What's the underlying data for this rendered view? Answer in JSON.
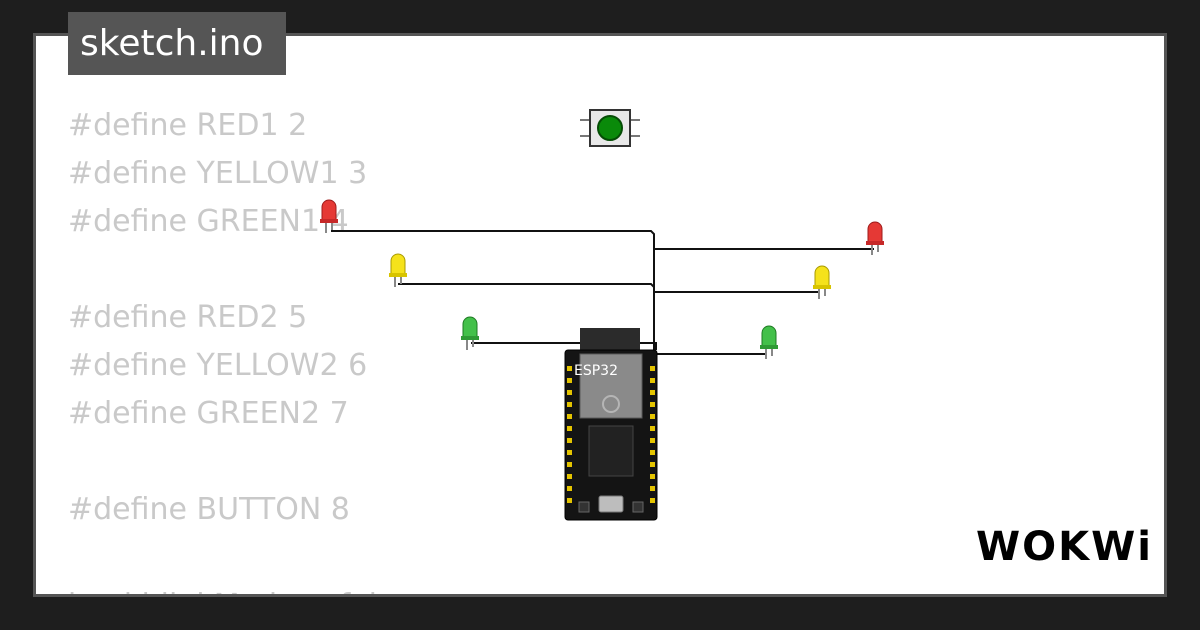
{
  "file_tab": {
    "label": "sketch.ino"
  },
  "code_lines": [
    "#define RED1 2",
    "#define YELLOW1 3",
    "#define GREEN1 4",
    "",
    "#define RED2 5",
    "#define YELLOW2 6",
    "#define GREEN2 7",
    "",
    "#define BUTTON 8",
    "",
    "bool blinkMode = false;"
  ],
  "board": {
    "label": "ESP32"
  },
  "brand": {
    "label": "WOKWi"
  },
  "leds": [
    {
      "name": "led-red-1",
      "color": "#e53935"
    },
    {
      "name": "led-yellow-1",
      "color": "#f5e21b"
    },
    {
      "name": "led-green-1",
      "color": "#43c04a"
    },
    {
      "name": "led-red-2",
      "color": "#e53935"
    },
    {
      "name": "led-yellow-2",
      "color": "#f5e21b"
    },
    {
      "name": "led-green-2",
      "color": "#43c04a"
    }
  ],
  "button": {
    "color": "#0a8a0a"
  }
}
